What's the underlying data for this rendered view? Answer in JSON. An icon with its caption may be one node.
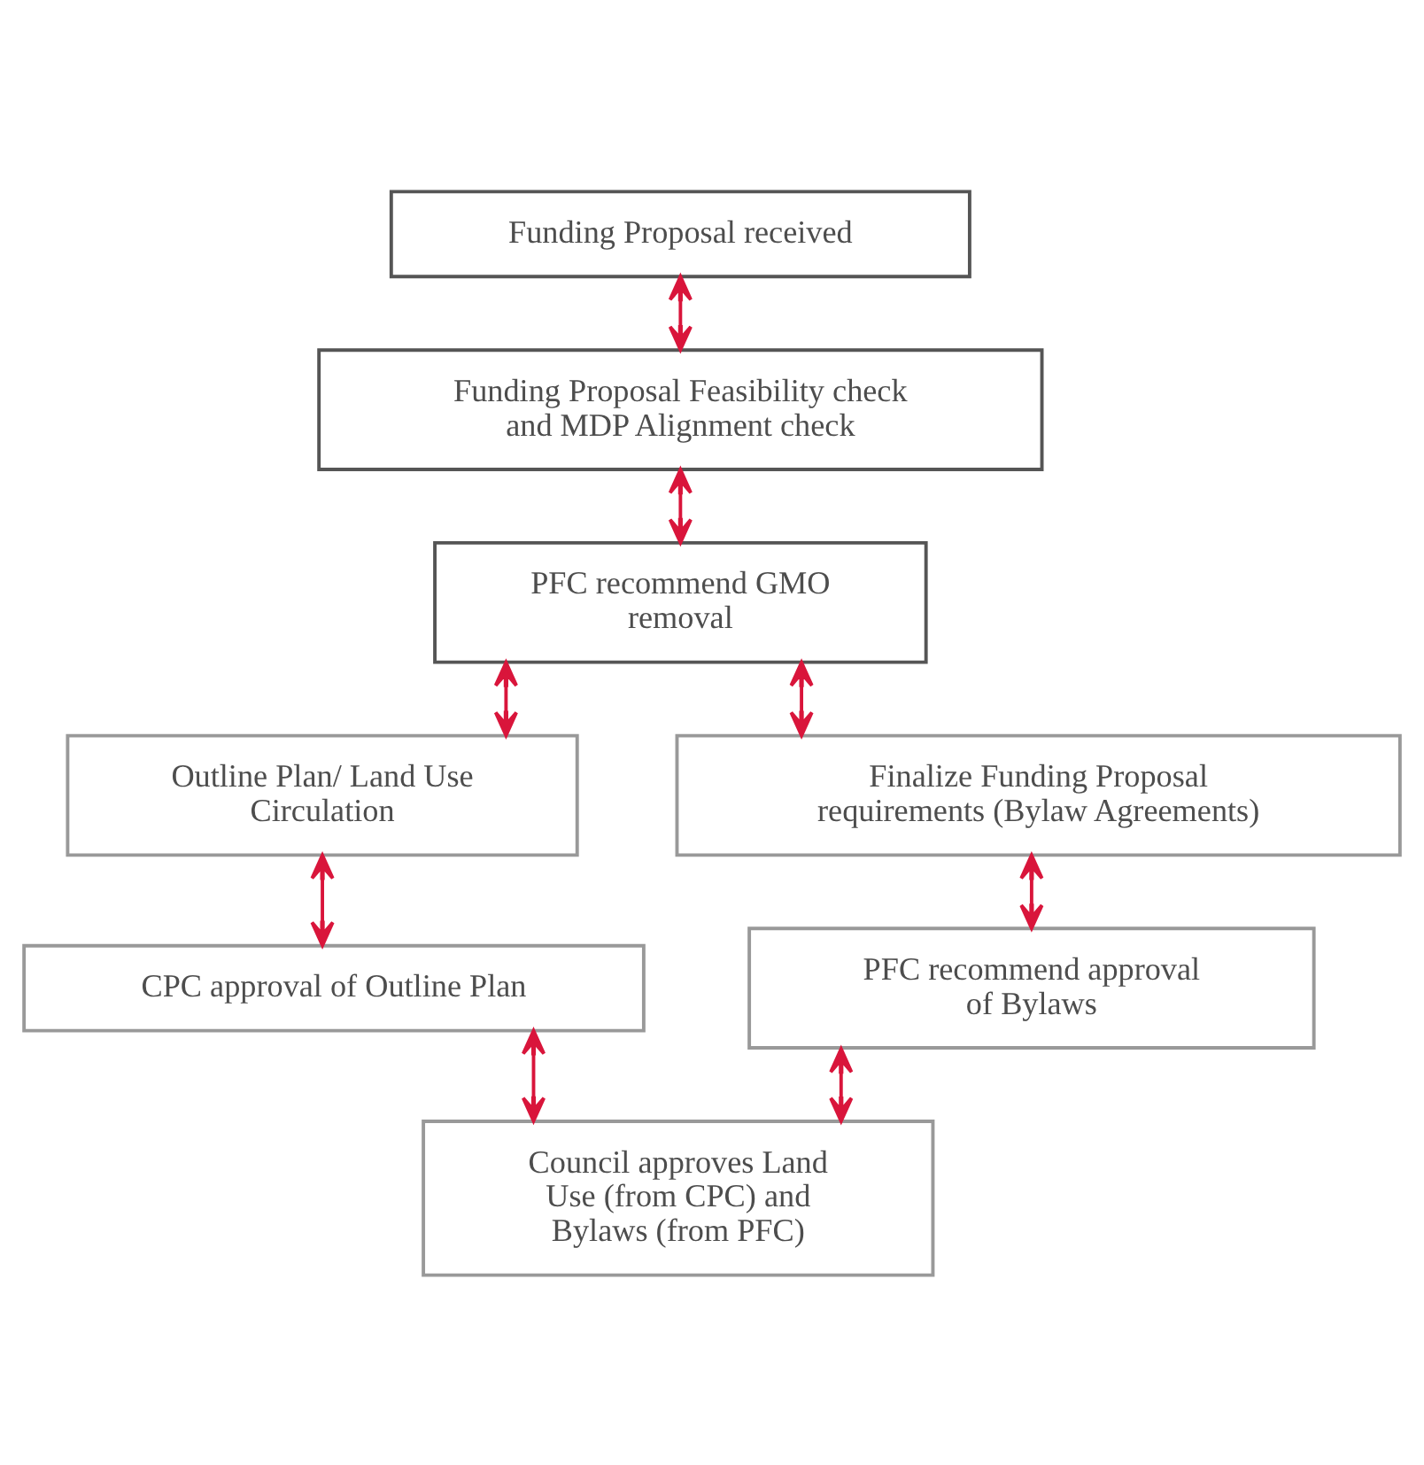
{
  "diagram": {
    "nodes": [
      {
        "text": [
          "Funding Proposal received"
        ]
      },
      {
        "text": [
          "Funding Proposal Feasibility check and MDP Alignment check"
        ]
      },
      {
        "text": [
          "PFC recommend GMO removal"
        ]
      },
      {
        "text": [
          "Outline Plan/ Land Use Circulation"
        ]
      },
      {
        "text": [
          "Finalize Funding Proposal requirements (Bylaw Agreements)"
        ]
      },
      {
        "text": [
          "CPC approval of Outline Plan"
        ]
      },
      {
        "text": [
          "PFC recommend approval of Bylaws"
        ]
      },
      {
        "text": [
          "Council approves Land Use (from CPC) and Bylaws (from PFC)"
        ]
      }
    ],
    "edges": [
      {
        "from": 0,
        "to": 1,
        "arrow": "both"
      },
      {
        "from": 1,
        "to": 2,
        "arrow": "both"
      },
      {
        "from": 2,
        "to": 3,
        "arrow": "both"
      },
      {
        "from": 2,
        "to": 4,
        "arrow": "both"
      },
      {
        "from": 3,
        "to": 5,
        "arrow": "both"
      },
      {
        "from": 4,
        "to": 6,
        "arrow": "both"
      },
      {
        "from": 5,
        "to": 7,
        "arrow": "both"
      },
      {
        "from": 6,
        "to": 7,
        "arrow": "both"
      }
    ]
  }
}
